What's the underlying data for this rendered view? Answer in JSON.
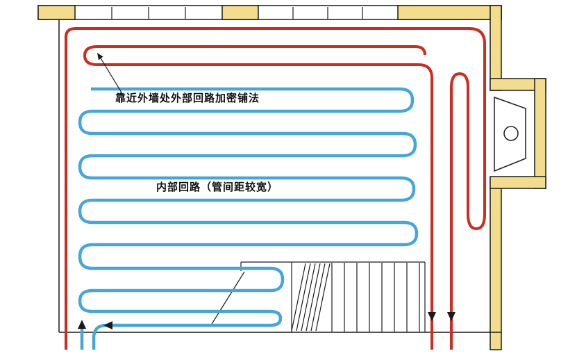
{
  "annotations": {
    "outer_loop_label": "靠近外墙处外部回路加密铺法",
    "inner_loop_label": "内部回路（管间距较宽）"
  },
  "colors": {
    "pipe_red": "#cf2b1f",
    "pipe_blue": "#45a7d9",
    "wall_yellow": "#f3dc8b",
    "line": "#1a1a1a",
    "background": "#ffffff"
  },
  "flow_arrows": [
    {
      "name": "inner-loop-inlet",
      "direction": "up"
    },
    {
      "name": "inner-loop-return",
      "direction": "left"
    },
    {
      "name": "outer-loop-outlet-1",
      "direction": "down"
    },
    {
      "name": "outer-loop-outlet-2",
      "direction": "down"
    }
  ]
}
